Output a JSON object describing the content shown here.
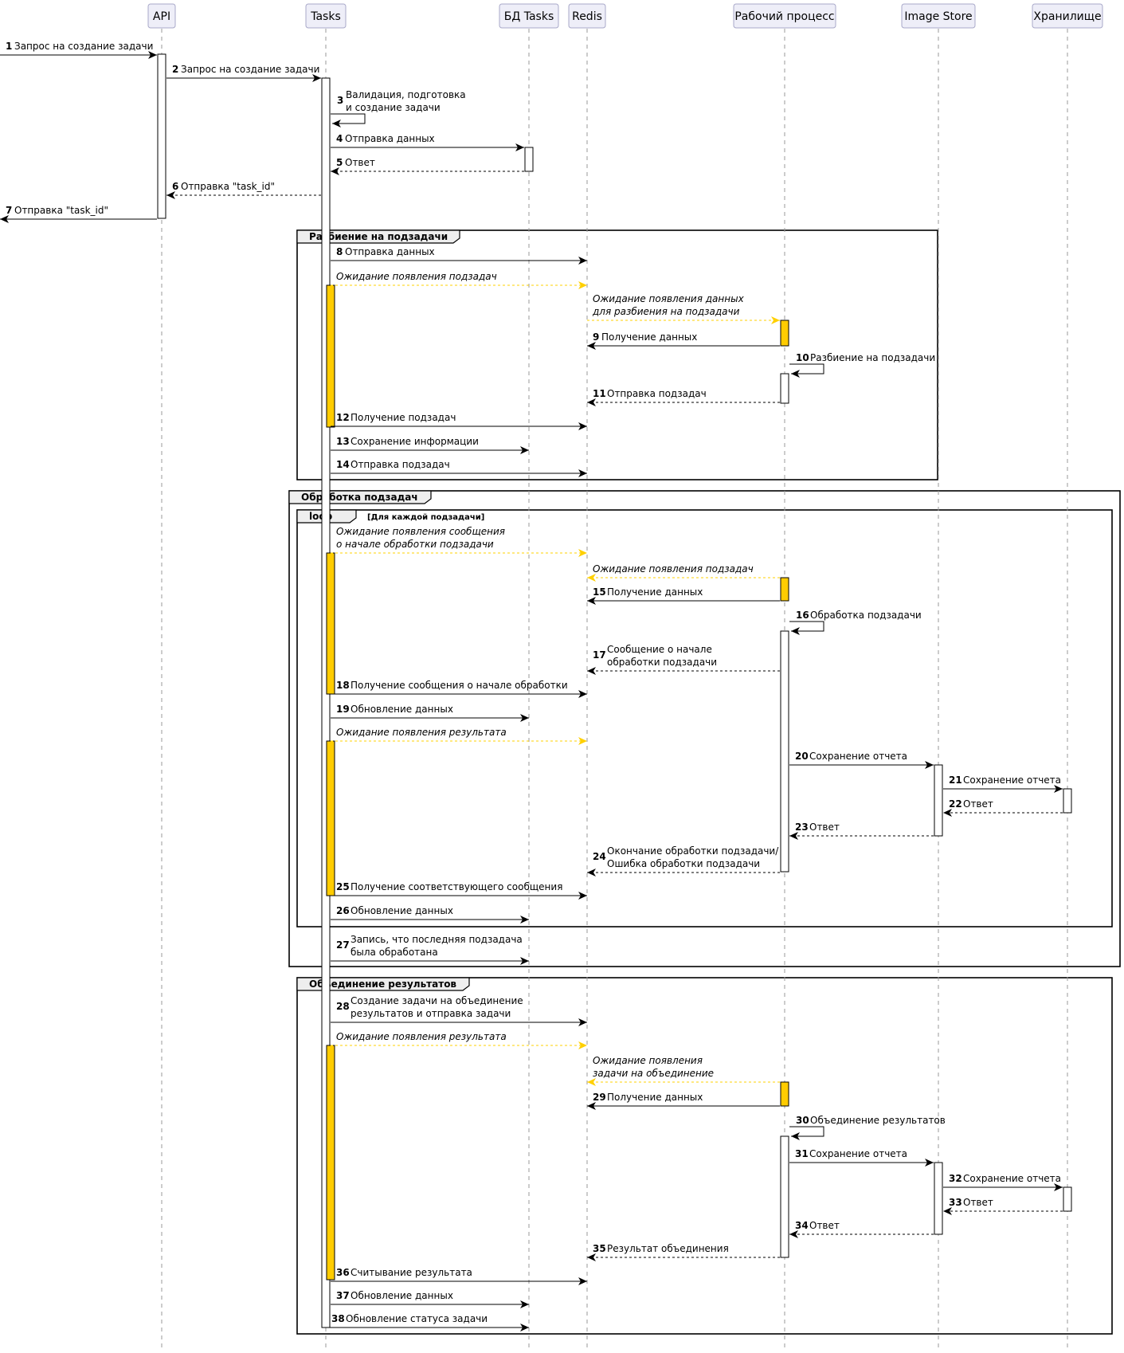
{
  "participants": [
    "API",
    "Tasks",
    "БД Tasks",
    "Redis",
    "Рабочий процесс",
    "Image Store",
    "Хранилище"
  ],
  "frames": {
    "group1": "Разбиение на подзадачи",
    "group2": "Обработка подзадач",
    "loop": "loop",
    "loop_condition": "[Для каждой подзадачи]",
    "group3": "Объединение результатов"
  },
  "messages": [
    {
      "n": "1",
      "lines": [
        "Запрос на создание задачи"
      ]
    },
    {
      "n": "2",
      "lines": [
        "Запрос на создание задачи"
      ]
    },
    {
      "n": "3",
      "lines": [
        "Валидация, подготовка",
        "и создание задачи"
      ]
    },
    {
      "n": "4",
      "lines": [
        "Отправка данных"
      ]
    },
    {
      "n": "5",
      "lines": [
        "Ответ"
      ]
    },
    {
      "n": "6",
      "lines": [
        "Отправка \"task_id\""
      ]
    },
    {
      "n": "7",
      "lines": [
        "Отправка \"task_id\""
      ]
    },
    {
      "n": "8",
      "lines": [
        "Отправка данных"
      ]
    },
    {
      "n": "",
      "lines": [
        "Ожидание появления подзадач"
      ]
    },
    {
      "n": "",
      "lines": [
        "Ожидание появления данных",
        "для разбиения на подзадачи"
      ]
    },
    {
      "n": "9",
      "lines": [
        "Получение данных"
      ]
    },
    {
      "n": "10",
      "lines": [
        "Разбиение на подзадачи"
      ]
    },
    {
      "n": "11",
      "lines": [
        "Отправка подзадач"
      ]
    },
    {
      "n": "12",
      "lines": [
        "Получение подзадач"
      ]
    },
    {
      "n": "13",
      "lines": [
        "Сохранение информации"
      ]
    },
    {
      "n": "14",
      "lines": [
        "Отправка подзадач"
      ]
    },
    {
      "n": "",
      "lines": [
        "Ожидание появления сообщения",
        "о начале обработки подзадачи"
      ]
    },
    {
      "n": "",
      "lines": [
        "Ожидание появления подзадач"
      ]
    },
    {
      "n": "15",
      "lines": [
        "Получение данных"
      ]
    },
    {
      "n": "16",
      "lines": [
        "Обработка подзадачи"
      ]
    },
    {
      "n": "17",
      "lines": [
        "Сообщение о начале",
        "обработки подзадачи"
      ]
    },
    {
      "n": "18",
      "lines": [
        "Получение сообщения о начале обработки"
      ]
    },
    {
      "n": "19",
      "lines": [
        "Обновление данных"
      ]
    },
    {
      "n": "",
      "lines": [
        "Ожидание появления результата"
      ]
    },
    {
      "n": "20",
      "lines": [
        "Сохранение отчета"
      ]
    },
    {
      "n": "21",
      "lines": [
        "Сохранение отчета"
      ]
    },
    {
      "n": "22",
      "lines": [
        "Ответ"
      ]
    },
    {
      "n": "23",
      "lines": [
        "Ответ"
      ]
    },
    {
      "n": "24",
      "lines": [
        "Окончание обработки подзадачи/",
        "Ошибка обработки подзадачи"
      ]
    },
    {
      "n": "25",
      "lines": [
        "Получение соответствующего сообщения"
      ]
    },
    {
      "n": "26",
      "lines": [
        "Обновление данных"
      ]
    },
    {
      "n": "27",
      "lines": [
        "Запись, что последняя подзадача",
        "была обработана"
      ]
    },
    {
      "n": "28",
      "lines": [
        "Создание задачи на объединение",
        "результатов и отправка задачи"
      ]
    },
    {
      "n": "",
      "lines": [
        "Ожидание появления результата"
      ]
    },
    {
      "n": "",
      "lines": [
        "Ожидание появления",
        "задачи на объединение"
      ]
    },
    {
      "n": "29",
      "lines": [
        "Получение данных"
      ]
    },
    {
      "n": "30",
      "lines": [
        "Объединение результатов"
      ]
    },
    {
      "n": "31",
      "lines": [
        "Сохранение отчета"
      ]
    },
    {
      "n": "32",
      "lines": [
        "Сохранение отчета"
      ]
    },
    {
      "n": "33",
      "lines": [
        "Ответ"
      ]
    },
    {
      "n": "34",
      "lines": [
        "Ответ"
      ]
    },
    {
      "n": "35",
      "lines": [
        "Результат объединения"
      ]
    },
    {
      "n": "36",
      "lines": [
        "Считывание результата"
      ]
    },
    {
      "n": "37",
      "lines": [
        "Обновление данных"
      ]
    },
    {
      "n": "38",
      "lines": [
        "Обновление статуса задачи"
      ]
    }
  ],
  "colors": {
    "wait_arrow": "#ffd000",
    "wait_activation": "#ffcc00",
    "activation": "#ffffff",
    "line": "#000000"
  }
}
